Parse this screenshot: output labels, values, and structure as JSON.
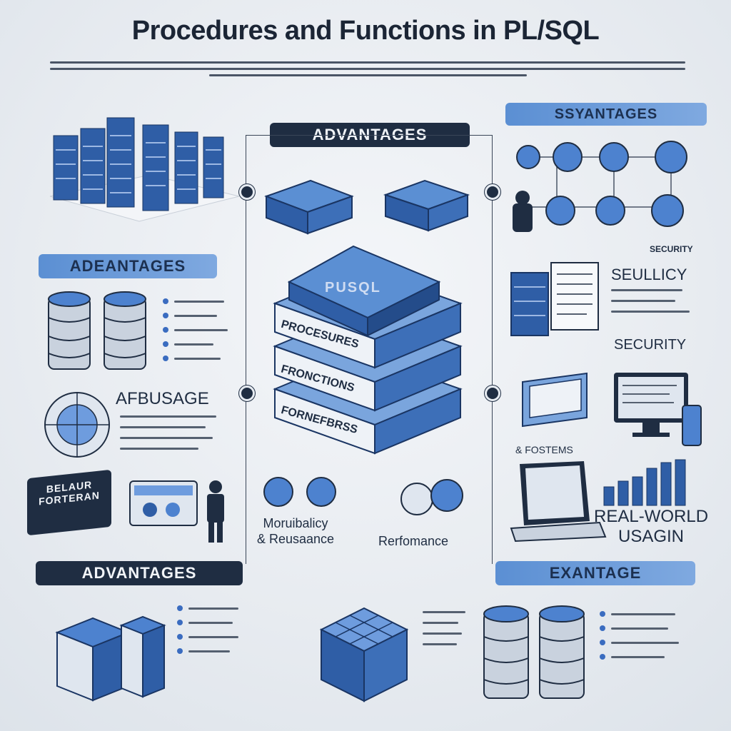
{
  "title": "Procedures and Functions in PL/SQL",
  "labels": {
    "adv_center": "ADVANTAGES",
    "adv_topright": "SSYANTAGES",
    "adv_left": "ADEANTAGES",
    "adv_bottom_left": "ADVANTAGES",
    "exantage": "EXANTAGE",
    "afbusage": "AFBUSAGE",
    "mod_line1": "Moruibalicy",
    "mod_line2": "& Reusaance",
    "performance": "Rerfomance",
    "realworld_line1": "REAL-WORLD",
    "realworld_line2": "USAGIN",
    "security_top": "SECURITY",
    "seullicy": "SEULLICY",
    "security_mid": "SECURITY",
    "fosstems": "& FOSTEMS",
    "stack_top": "PUSQL",
    "stack_mid1": "PROCESURES",
    "stack_mid2": "FRONCTIONS",
    "stack_mid3": "FORNEFBRSS",
    "bilboard_line1": "BELAUR",
    "bilboard_line2": "FORTERAN"
  },
  "colors": {
    "accent": "#3a6cc0",
    "dark": "#1f2d42",
    "light_blue": "#6e9cde",
    "background": "#e9edf2"
  }
}
